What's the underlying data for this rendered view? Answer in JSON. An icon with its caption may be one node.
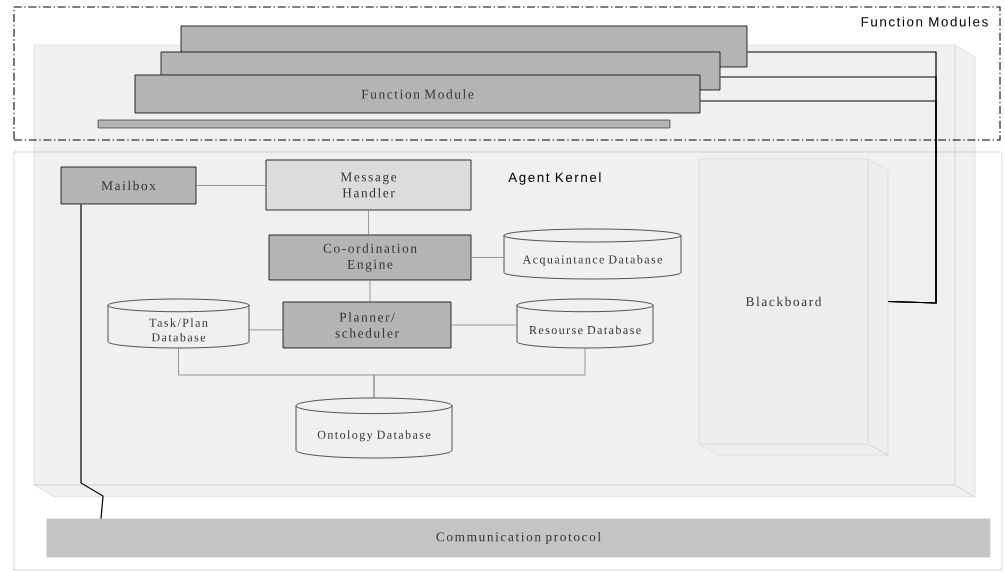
{
  "diagram": {
    "nodes": [
      {
        "text": [
          "Function Modules"
        ]
      },
      {
        "text": [
          "Agent Kernel"
        ]
      },
      {
        "text": [],
        "shape": "box",
        "in": 0
      },
      {
        "text": [],
        "shape": "box",
        "in": 0
      },
      {
        "text": [
          "Function Module"
        ],
        "in": 0
      },
      {
        "text": [],
        "shape": "bar",
        "in": 0
      },
      {
        "text": [
          "Mailbox"
        ],
        "in": 1
      },
      {
        "text": [
          "Message Handler"
        ],
        "in": 1
      },
      {
        "text": [
          "Co-ordination Engine"
        ],
        "in": 1
      },
      {
        "text": [
          "Acquaintance Database"
        ],
        "in": 1
      },
      {
        "text": [
          "Task/Plan Database"
        ],
        "in": 1
      },
      {
        "text": [
          "Planner/ scheduler"
        ],
        "in": 1
      },
      {
        "text": [
          "Resourse Database"
        ],
        "in": 1
      },
      {
        "text": [
          "Ontology Database"
        ],
        "in": 1
      },
      {
        "text": [
          "Blackboard"
        ],
        "in": 1
      },
      {
        "text": [
          "Communication protocol"
        ],
        "in": 1
      }
    ],
    "edges": [
      {
        "from": 2,
        "to": 14,
        "arrow": "none",
        "color": "#000000"
      },
      {
        "from": 3,
        "to": 14,
        "arrow": "none",
        "color": "#000000"
      },
      {
        "from": 4,
        "to": 14,
        "arrow": "none",
        "color": "#000000"
      },
      {
        "from": 6,
        "to": 7,
        "arrow": "none"
      },
      {
        "from": 7,
        "to": 8,
        "arrow": "none"
      },
      {
        "from": 8,
        "to": 9,
        "arrow": "none"
      },
      {
        "from": 8,
        "to": 11,
        "arrow": "none"
      },
      {
        "from": 10,
        "to": 11,
        "arrow": "none"
      },
      {
        "from": 11,
        "to": 12,
        "arrow": "none"
      },
      {
        "from": 10,
        "to": 13,
        "arrow": "none"
      },
      {
        "from": 12,
        "to": 13,
        "arrow": "none"
      },
      {
        "from": 6,
        "to": 15,
        "arrow": "none",
        "color": "#000000"
      }
    ]
  }
}
